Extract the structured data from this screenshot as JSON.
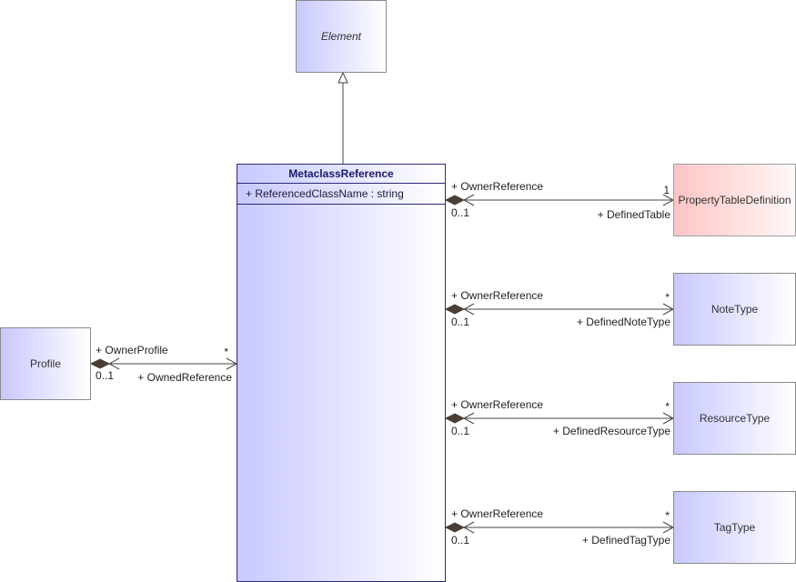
{
  "classes": {
    "element": "Element",
    "metaclass_reference": {
      "name": "MetaclassReference",
      "attribute": "+ ReferencedClassName : string"
    },
    "property_table_definition": "PropertyTableDefinition",
    "note_type": "NoteType",
    "resource_type": "ResourceType",
    "tag_type": "TagType",
    "profile": "Profile"
  },
  "associations": {
    "defined_table": {
      "owner_role": "+ OwnerReference",
      "owner_multiplicity": "0..1",
      "target_role": "+ DefinedTable",
      "target_multiplicity": "1"
    },
    "defined_note_type": {
      "owner_role": "+ OwnerReference",
      "owner_multiplicity": "0..1",
      "target_role": "+ DefinedNoteType",
      "target_multiplicity": "*"
    },
    "defined_resource_type": {
      "owner_role": "+ OwnerReference",
      "owner_multiplicity": "0..1",
      "target_role": "+ DefinedResourceType",
      "target_multiplicity": "*"
    },
    "defined_tag_type": {
      "owner_role": "+ OwnerReference",
      "owner_multiplicity": "0..1",
      "target_role": "+ DefinedTagType",
      "target_multiplicity": "*"
    },
    "owned_reference": {
      "owner_role": "+ OwnerProfile",
      "owner_multiplicity": "0..1",
      "target_role": "+ OwnedReference",
      "target_multiplicity": "*"
    }
  },
  "colors": {
    "class_fill": "#c8c8ff",
    "highlight_fill": "#ffc4c4",
    "metaclass_border": "#2a2a7a"
  }
}
